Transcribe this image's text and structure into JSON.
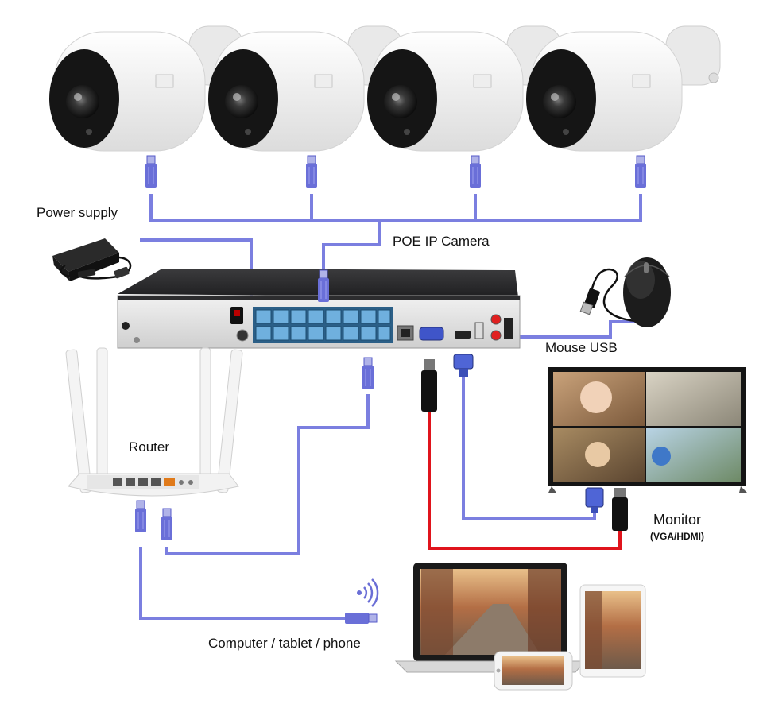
{
  "labels": {
    "power_supply": "Power supply",
    "poe_ip_camera": "POE IP Camera",
    "mouse_usb": "Mouse USB",
    "router": "Router",
    "monitor": "Monitor",
    "monitor_sub": "(VGA/HDMI)",
    "clients": "Computer / tablet / phone"
  },
  "colors": {
    "ethernet_cable": "#7b7fe0",
    "hdmi_cable": "#e0141c",
    "vga_cable": "#7b7fe0",
    "power_cable": "#7b7fe0",
    "nvr_body": "#2c2c2e",
    "poe_ports": "#3a7fb2",
    "camera_body": "#f4f4f4",
    "rj45_plug": "#6a6fd8"
  },
  "icons": [
    "camera-icon",
    "power-adapter-icon",
    "nvr-icon",
    "mouse-icon",
    "router-icon",
    "monitor-icon",
    "laptop-icon",
    "tablet-icon",
    "phone-icon",
    "wifi-icon",
    "rj45-connector-icon",
    "hdmi-connector-icon",
    "vga-connector-icon"
  ]
}
